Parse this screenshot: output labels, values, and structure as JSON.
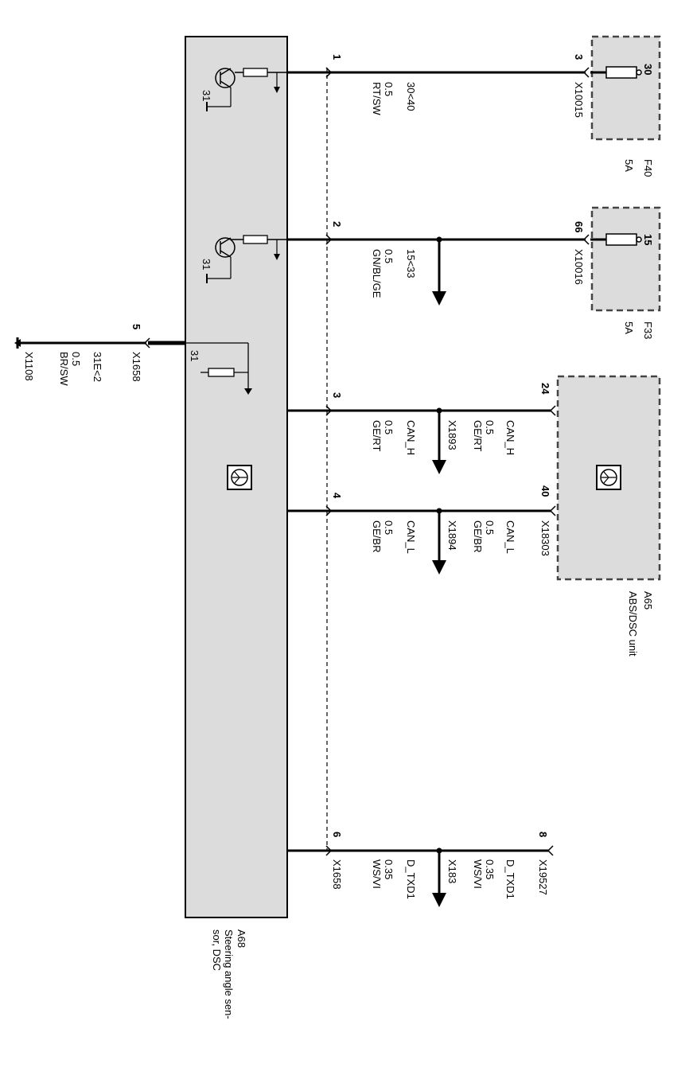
{
  "colors": {
    "module_fill": "#dcdcdc",
    "wire": "#000000",
    "box_border": "#444444"
  },
  "modules": {
    "a68": {
      "id": "A68",
      "name": "Steering angle sen-",
      "name2": "sor, DSC"
    },
    "a65": {
      "id": "A65",
      "name": "ABS/DSC unit"
    }
  },
  "fuses": {
    "f40": {
      "id": "F40",
      "rating": "5A",
      "terminal": "30"
    },
    "f33": {
      "id": "F33",
      "rating": "5A",
      "terminal": "15"
    }
  },
  "wires": [
    {
      "key": "w1",
      "pin": "1",
      "signal": "30<40",
      "gauge": "0.5",
      "color": "RT/SW",
      "far_pin": "3",
      "far_connector": "X10015"
    },
    {
      "key": "w2",
      "pin": "2",
      "signal": "15<33",
      "gauge": "0.5",
      "color": "GN/BL/GE",
      "far_pin": "66",
      "far_connector": "X10016"
    },
    {
      "key": "w3",
      "pin": "3",
      "gauge": "0.5",
      "signal": "CAN_H",
      "color": "GE/RT",
      "splice": "X1893",
      "far_pin": "24",
      "far_gauge": "0.5",
      "far_signal": "CAN_H",
      "far_color": "GE/RT"
    },
    {
      "key": "w4",
      "pin": "4",
      "gauge": "0.5",
      "signal": "CAN_L",
      "color": "GE/BR",
      "splice": "X1894",
      "far_pin": "40",
      "far_connector": "X18303",
      "far_gauge": "0.5",
      "far_signal": "CAN_L",
      "far_color": "GE/BR"
    },
    {
      "key": "w6",
      "pin": "6",
      "connector": "X1658",
      "signal": "D_TXD1",
      "gauge": "0.35",
      "color": "WS/VI",
      "splice": "X183",
      "far_pin": "8",
      "far_connector": "X19527",
      "far_signal": "D_TXD1",
      "far_gauge": "0.35",
      "far_color": "WS/VI"
    }
  ],
  "ground_wire": {
    "pin": "5",
    "connector": "X1658",
    "signal": "31E<2",
    "gauge": "0.5",
    "color": "BR/SW",
    "ground_connector": "X1108"
  },
  "internal_labels": {
    "ground_a": "31",
    "ground_b": "31",
    "ground_c": "31"
  }
}
